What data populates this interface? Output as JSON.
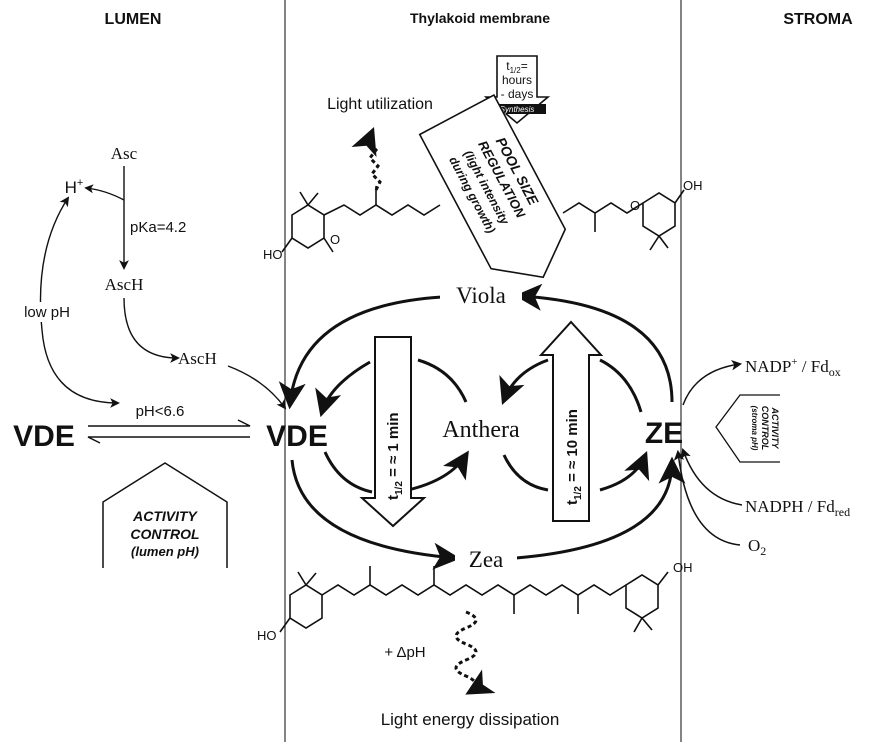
{
  "headers": {
    "lumen": "LUMEN",
    "membrane": "Thylakoid membrane",
    "stroma": "STROMA"
  },
  "pigments": {
    "viola": "Viola",
    "anthera": "Anthera",
    "zea": "Zea"
  },
  "enzymes": {
    "vde_left": "VDE",
    "vde_right": "VDE",
    "ze": "ZE"
  },
  "lumen_labels": {
    "asc": "Asc",
    "h_plus": "H",
    "h_plus_sup": "+",
    "pka": "pKa=4.2",
    "asch_1": "AscH",
    "low_ph": "low pH",
    "asch_2": "AscH",
    "ph_threshold": "pH<6.6"
  },
  "activity_lumen": {
    "line1": "ACTIVITY",
    "line2": "CONTROL",
    "line3": "(lumen pH)"
  },
  "activity_stroma": {
    "line1": "ACTIVITY",
    "line2": "CONTROL",
    "line3": "(stroma pH)"
  },
  "synthesis_arrow": {
    "line1": "t",
    "line1_sub": "1/2",
    "line1_end": "=",
    "line2": "hours",
    "line3": "- days",
    "line4": "Synthesis"
  },
  "pool_size": {
    "line1": "POOL SIZE",
    "line2": "REGULATION",
    "line3": "(light intensity",
    "line4": "during growth)"
  },
  "half_times": {
    "fast_t": "t",
    "fast_sub": "1/2",
    "fast_val": " = ≈ 1 min",
    "slow_t": "t",
    "slow_sub": "1/2",
    "slow_val": " = ≈ 10 min"
  },
  "stroma_labels": {
    "nadp": "NADP",
    "nadp_sup": "+",
    "nadp_rest": " / Fd",
    "nadp_sub": "ox",
    "nadph": "NADPH / Fd",
    "nadph_sub": "red",
    "o2": "O",
    "o2_sub": "2"
  },
  "outcomes": {
    "utilization": "Light utilization",
    "dissipation": "Light energy dissipation",
    "delta_ph": "+ ΔpH"
  },
  "molecules": {
    "ho_left": "HO",
    "oh_right": "OH",
    "epoxy_o_left": "O",
    "epoxy_o_right": "O",
    "ho_zea": "HO",
    "oh_zea": "OH"
  }
}
